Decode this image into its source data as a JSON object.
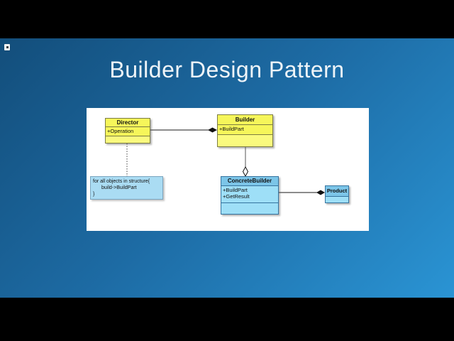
{
  "slide": {
    "title": "Builder Design Pattern",
    "colors": {
      "background_top": "#134e7b",
      "background_bottom": "#2a94d4",
      "title_text": "#eef4f8",
      "letterbox": "#000000",
      "panel_background": "#ffffff"
    }
  },
  "diagram": {
    "classes": {
      "director": {
        "name": "Director",
        "attributes": [
          "+Operation"
        ],
        "style": "yellow"
      },
      "builder": {
        "name": "Builder",
        "attributes": [
          "+BuildPart"
        ],
        "style": "yellow"
      },
      "concrete_builder": {
        "name": "ConcreteBuilder",
        "attributes": [
          "+BuildPart",
          "+GetResult"
        ],
        "style": "blue"
      },
      "product": {
        "name": "Product",
        "attributes": [],
        "style": "blue"
      }
    },
    "note": {
      "line1": "for all objects in structure{",
      "line2": "build->BuildPart",
      "line3": "}"
    },
    "relationships": [
      {
        "from": "Director",
        "to": "Builder",
        "type": "aggregation",
        "marker": "filled-diamond-at-builder"
      },
      {
        "from": "Builder",
        "to": "ConcreteBuilder",
        "type": "aggregation",
        "marker": "hollow-diamond-at-concretebuilder"
      },
      {
        "from": "ConcreteBuilder",
        "to": "Product",
        "type": "aggregation",
        "marker": "filled-diamond-at-product"
      },
      {
        "from": "Director",
        "to": "note",
        "type": "dotted-anchor"
      }
    ],
    "colors": {
      "yellow_title": "#f6f65a",
      "yellow_body": "#fafa7e",
      "yellow_border": "#7d7d42",
      "blue_title": "#7cc5e8",
      "blue_body": "#9edff7",
      "blue_border": "#36749f",
      "note_fill": "#aadcf3",
      "note_border": "#7ba6bf",
      "line": "#1a1a1a"
    }
  }
}
